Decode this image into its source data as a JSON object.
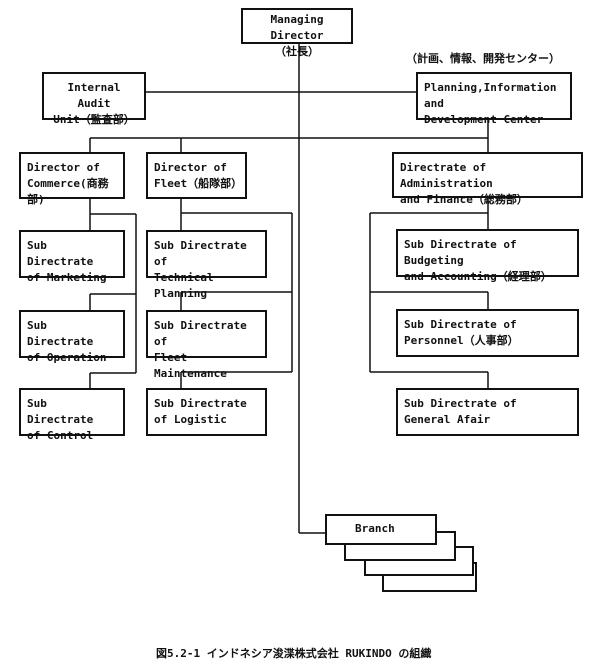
{
  "top": {
    "managing_director": "Managing Director\n（社長）",
    "internal_audit": "Internal Audit\nUnit（監査部）",
    "planning_note": "（計画、情報、開発センター）",
    "planning_center": "Planning,Information and\nDevelopment Center"
  },
  "directors": {
    "commerce": "Director of\nCommerce(商務部)",
    "fleet": "Director of\nFleet（船隊部）",
    "admin": "Directrate of Administration\nand Finance（総務部）"
  },
  "commerce_subs": [
    "Sub Directrate\nof Marketing",
    "Sub Directrate\nof Operation",
    "Sub Directrate\nof Control"
  ],
  "fleet_subs": [
    "Sub Directrate of\nTechnical Planning",
    "Sub Directrate of\nFleet Maintenance",
    "Sub Directrate\nof Logistic"
  ],
  "admin_subs": [
    "Sub Directrate of Budgeting\nand Accounting（経理部）",
    "Sub Directrate of\nPersonnel（人事部）",
    "Sub Directrate of\nGeneral Afair"
  ],
  "branch": {
    "label": "Branch"
  },
  "caption": "図5.2-1  インドネシア浚渫株式会社  RUKINDO  の組織"
}
